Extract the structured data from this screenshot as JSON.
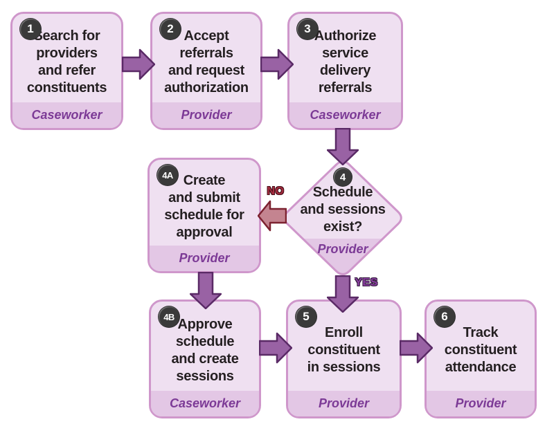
{
  "diagram": {
    "steps": [
      {
        "id": "1",
        "label": "Search for\nproviders\nand refer\nconstituents",
        "role": "Caseworker",
        "shape": "process"
      },
      {
        "id": "2",
        "label": "Accept\nreferrals\nand request\nauthorization",
        "role": "Provider",
        "shape": "process"
      },
      {
        "id": "3",
        "label": "Authorize\nservice\ndelivery\nreferrals",
        "role": "Caseworker",
        "shape": "process"
      },
      {
        "id": "4",
        "label": "Schedule\nand sessions\nexist?",
        "role": "Provider",
        "shape": "decision"
      },
      {
        "id": "4A",
        "label": "Create\nand submit\nschedule for\napproval",
        "role": "Provider",
        "shape": "process"
      },
      {
        "id": "4B",
        "label": "Approve\nschedule\nand create\nsessions",
        "role": "Caseworker",
        "shape": "process"
      },
      {
        "id": "5",
        "label": "Enroll\nconstituent\nin sessions",
        "role": "Provider",
        "shape": "process"
      },
      {
        "id": "6",
        "label": "Track\nconstituent\nattendance",
        "role": "Provider",
        "shape": "process"
      }
    ],
    "decision_branches": {
      "no_label": "NO",
      "yes_label": "YES"
    },
    "flow": [
      "1 -> 2",
      "2 -> 3",
      "3 -> 4",
      "4 -NO-> 4A",
      "4A -> 4B",
      "4B -> 5",
      "4 -YES-> 5",
      "5 -> 6"
    ],
    "colors": {
      "box_fill": "#efe0f1",
      "box_footer_fill": "#e3c7e5",
      "box_border": "#cf97cb",
      "step_text": "#241f21",
      "role_text": "#7c3a96",
      "badge_fill": "#3a3a3a",
      "badge_text": "#ffffff",
      "arrow_fill": "#9962a4",
      "arrow_outline": "#5a2a66",
      "no_arrow_fill": "#c48490",
      "no_arrow_outline": "#7c2230",
      "no_label_color": "#a62c3f",
      "yes_label_color": "#8a3fa0"
    }
  }
}
